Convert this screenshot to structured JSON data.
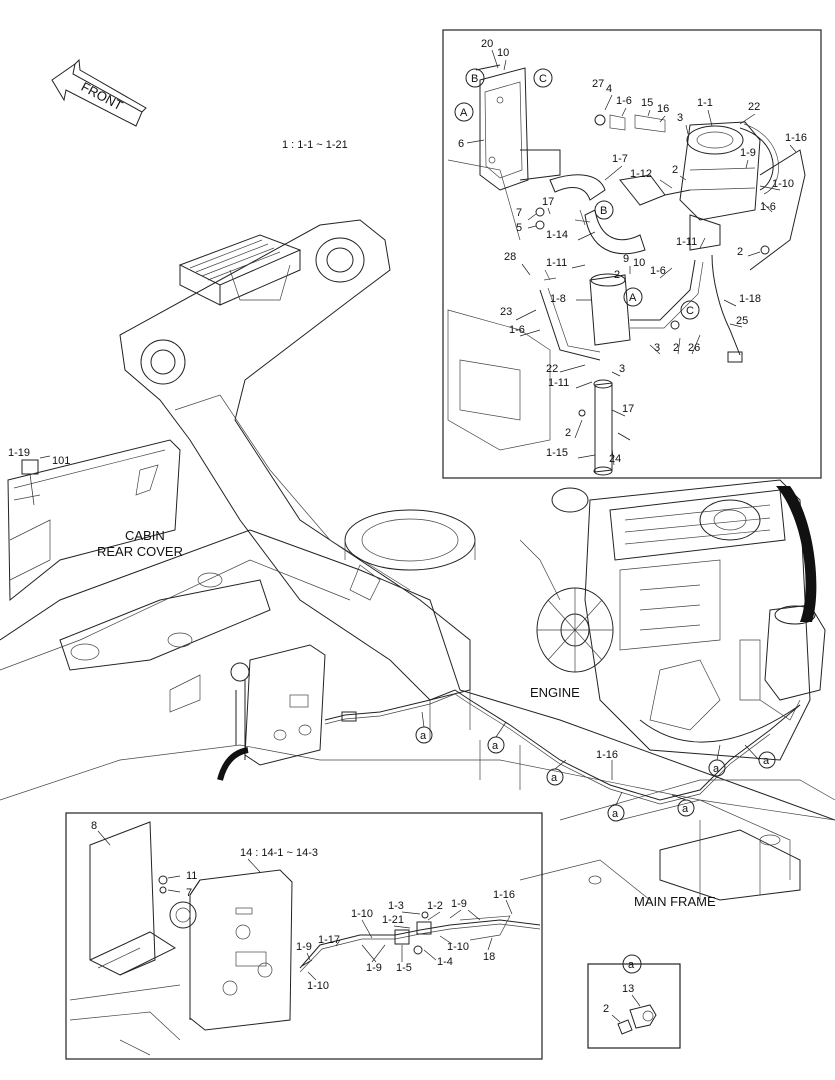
{
  "range_label": "1 : 1-1 ~ 1-21",
  "tank_range_label": "14 : 14-1 ~ 14-3",
  "front_label": "FRONT",
  "labels": {
    "cabin_rear_cover_1": "CABIN",
    "cabin_rear_cover_2": "REAR COVER",
    "engine": "ENGINE",
    "main_frame": "MAIN FRAME"
  },
  "detail_a_marker": "a",
  "detail_a_parts": [
    "13",
    "2"
  ],
  "callouts_a": [
    "a",
    "a",
    "a",
    "a",
    "a",
    "a",
    "a"
  ],
  "inset_a_letter": "A",
  "inset_b_letter": "B",
  "inset_c_letter": "C",
  "top_inset_parts": {
    "p20": "20",
    "p10a": "10",
    "p6": "6",
    "p27": "27",
    "p4": "4",
    "p1_6a": "1-6",
    "p15": "15",
    "p16": "16",
    "p1_1": "1-1",
    "p22a": "22",
    "p3a": "3",
    "p1_16": "1-16",
    "p2a": "2",
    "p1_9": "1-9",
    "p1_7": "1-7",
    "p1_12": "1-12",
    "p1_10": "1-10",
    "p17a": "17",
    "p7": "7",
    "p5": "5",
    "p1_6b": "1-6",
    "p1_14": "1-14",
    "p1_11a": "1-11",
    "p2b": "2",
    "p28": "28",
    "p1_11b": "1-11",
    "p9": "9",
    "p10b": "10",
    "p1_6c": "1-6",
    "p2c": "2",
    "p1_8": "1-8",
    "p23": "23",
    "p1_6d": "1-6",
    "p1_18": "1-18",
    "p25": "25",
    "p3b": "3",
    "p2d": "2",
    "p26": "26",
    "p22b": "22",
    "p3c": "3",
    "p1_11c": "1-11",
    "p17b": "17",
    "p2e": "2",
    "p1_15": "1-15",
    "p24": "24"
  },
  "main_parts": {
    "p1_19": "1-19",
    "p101": "101",
    "p1_16": "1-16"
  },
  "bottom_inset_parts": {
    "p8": "8",
    "p11": "11",
    "p7": "7",
    "p1_10a": "1-10",
    "p1_21": "1-21",
    "p1_3": "1-3",
    "p1_2": "1-2",
    "p1_9a": "1-9",
    "p1_16": "1-16",
    "p1_17": "1-17",
    "p1_9b": "1-9",
    "p1_10b": "1-10",
    "p1_9c": "1-9",
    "p1_5": "1-5",
    "p1_4": "1-4",
    "p18": "18",
    "p1_10c": "1-10"
  }
}
